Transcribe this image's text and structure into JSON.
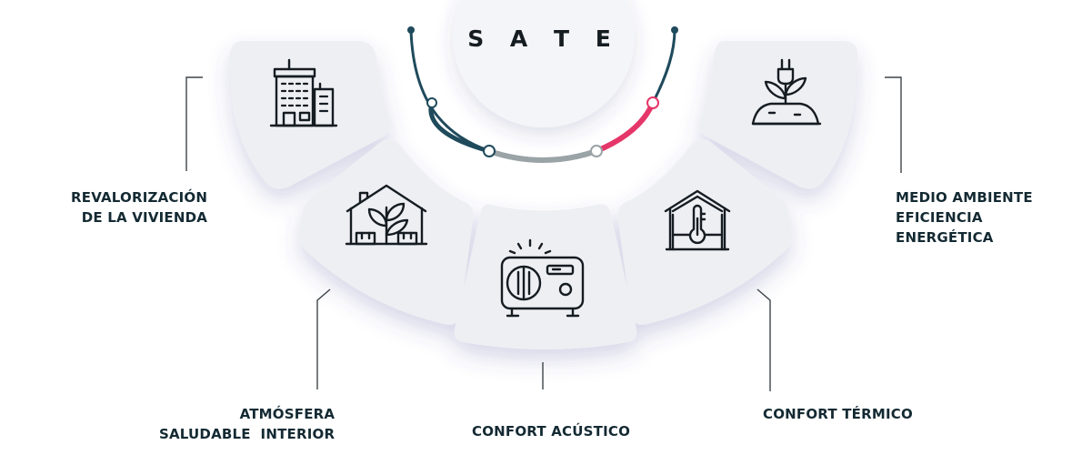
{
  "title": "S A T E",
  "benefits": [
    {
      "id": "revalorizacion",
      "lines": [
        "REVALORIZACIÓN",
        "DE LA VIVIENDA"
      ],
      "icon": "building-icon"
    },
    {
      "id": "atmosfera",
      "lines": [
        "ATMÓSFERA",
        "SALUDABLE  INTERIOR"
      ],
      "icon": "house-plant-icon"
    },
    {
      "id": "acustico",
      "lines": [
        "CONFORT ACÚSTICO"
      ],
      "icon": "radio-icon"
    },
    {
      "id": "termico",
      "lines": [
        "CONFORT TÉRMICO"
      ],
      "icon": "house-thermometer-icon"
    },
    {
      "id": "medio-ambiente",
      "lines": [
        "MEDIO AMBIENTE",
        "EFICIENCIA",
        "ENERGÉTICA"
      ],
      "icon": "plug-plant-icon"
    }
  ],
  "colors": {
    "text": "#142a33",
    "card": "#eeeff3",
    "arc_dark": "#1f4a5c",
    "arc_gray": "#9aa3a6",
    "arc_pink": "#e5366a"
  }
}
